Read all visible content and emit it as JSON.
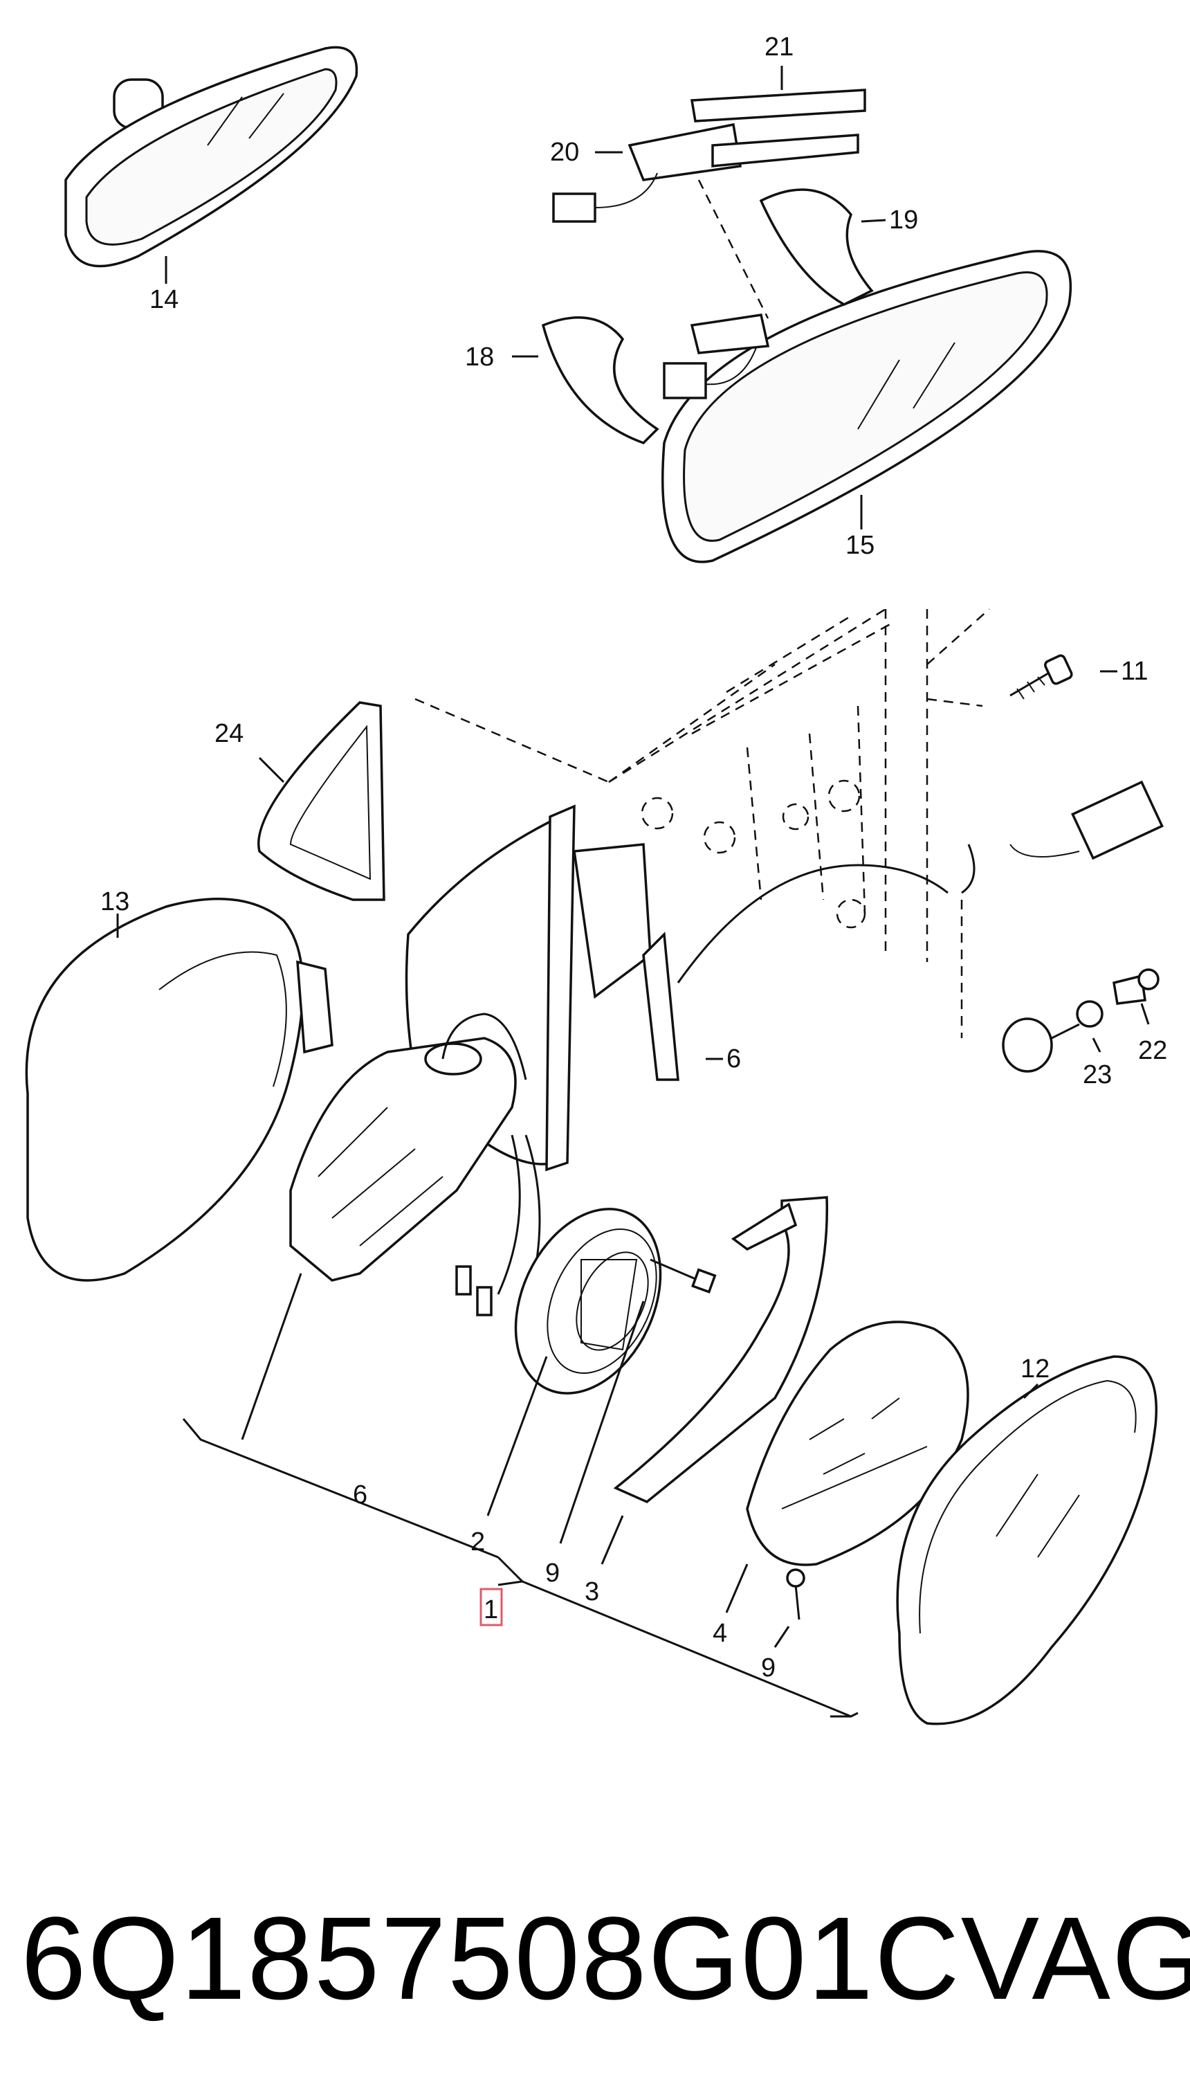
{
  "callouts": {
    "c1": "1",
    "c2": "2",
    "c3": "3",
    "c4": "4",
    "c6a": "6",
    "c6b": "6",
    "c9a": "9",
    "c9b": "9",
    "c11": "11",
    "c12": "12",
    "c13": "13",
    "c14": "14",
    "c15": "15",
    "c18": "18",
    "c19": "19",
    "c20": "20",
    "c21": "21",
    "c22": "22",
    "c23": "23",
    "c24": "24"
  },
  "footer": {
    "part_number": "6Q1857508G01C",
    "brand": "VAG"
  },
  "colors": {
    "ink": "#111111",
    "highlight": "#e05a6a",
    "background": "#ffffff"
  }
}
